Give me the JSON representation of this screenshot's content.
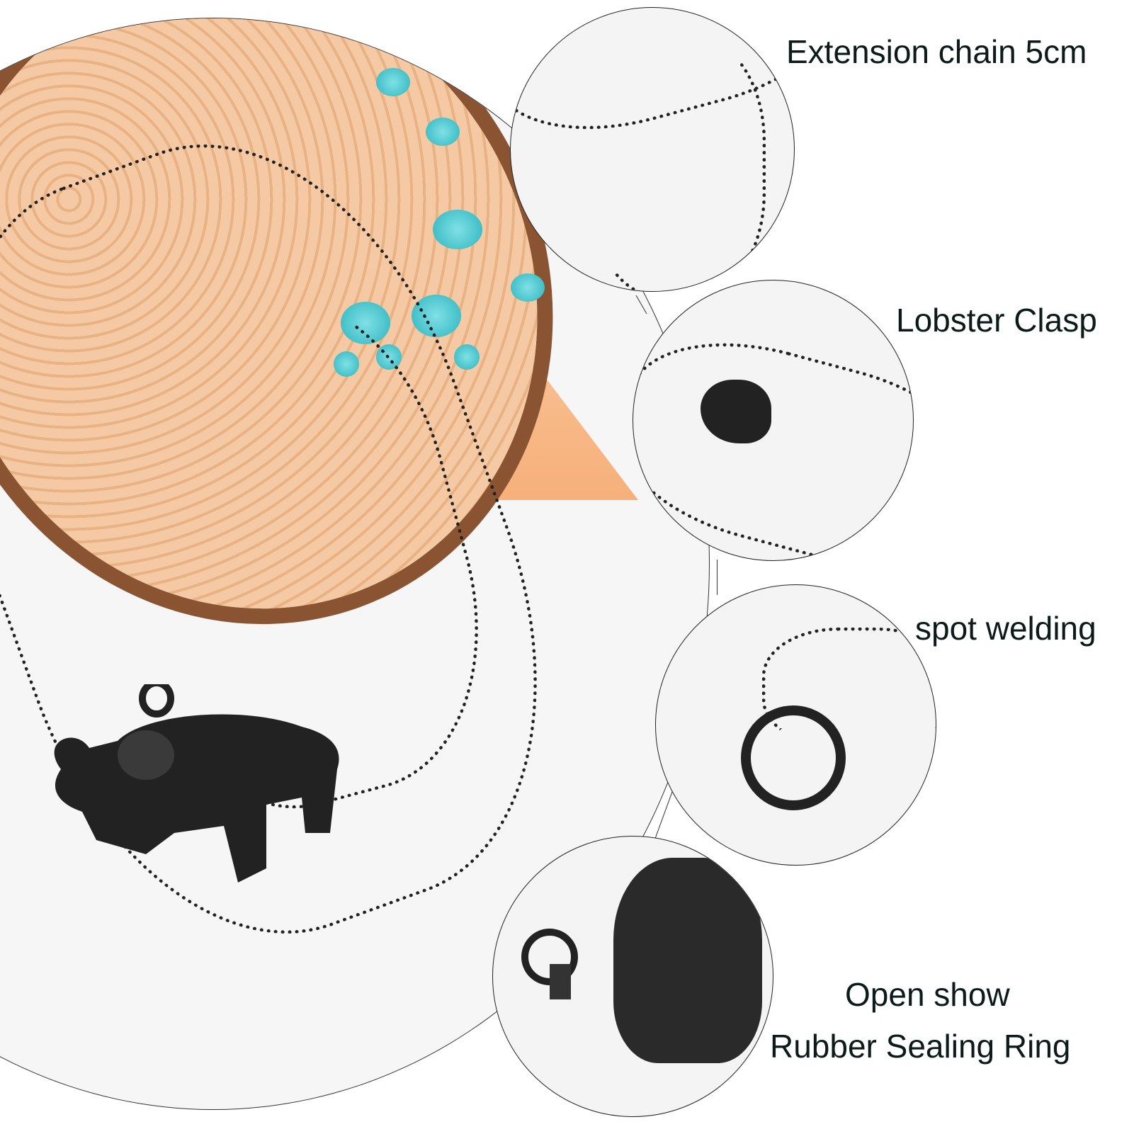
{
  "image": {
    "subject": "black elephant urn pendant necklace product detail image",
    "background_color": "#ffffff"
  },
  "labels": {
    "extension_chain": "Extension chain 5cm",
    "lobster_clasp": "Lobster Clasp",
    "spot_welding": "spot welding",
    "open_show": "Open show",
    "rubber_sealing_ring": "Rubber Sealing Ring"
  },
  "detail_circles": [
    {
      "name": "extension-chain-detail",
      "label_key": "extension_chain"
    },
    {
      "name": "lobster-clasp-detail",
      "label_key": "lobster_clasp"
    },
    {
      "name": "spot-welding-detail",
      "label_key": "spot_welding"
    },
    {
      "name": "open-show-detail",
      "label_key": "open_show"
    }
  ],
  "colors": {
    "text": "#0d1a1a",
    "wood_light": "#f4c9a4",
    "wood_bark": "#8a5432",
    "peach_backdrop": "#f6b07a",
    "flower_teal": "#2fb3bd",
    "metal_black": "#222222"
  }
}
